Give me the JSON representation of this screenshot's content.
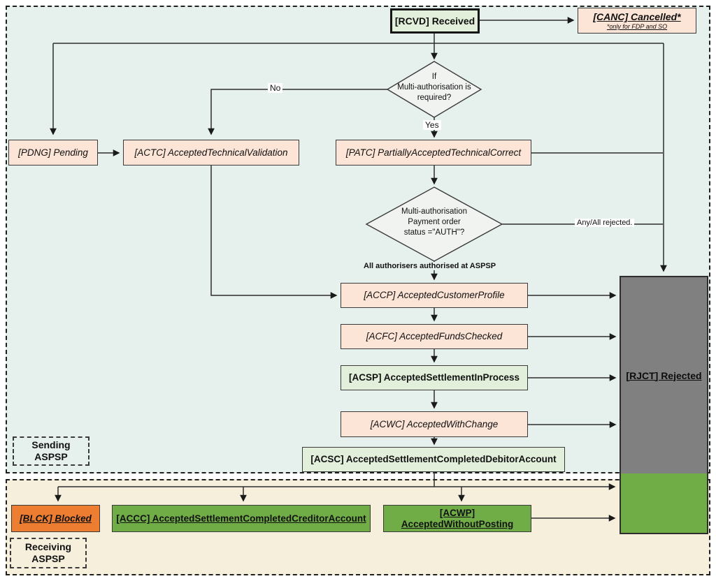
{
  "colors": {
    "region1_bg": "#e6f1ee",
    "region2_bg": "#f5efdc",
    "peach": "#fce4d6",
    "light_green": "#e2efda",
    "green": "#70ad47",
    "orange": "#ed7d31",
    "gray": "#808080",
    "diamond_fill": "#f1f3f1",
    "line": "#2e2e2e"
  },
  "regions": {
    "sending": {
      "label": "Sending ASPSP"
    },
    "receiving": {
      "label": "Receiving ASPSP"
    }
  },
  "nodes": {
    "rcvd": {
      "label": "[RCVD] Received"
    },
    "canc": {
      "label": "[CANC] Cancelled*",
      "note": "*only for FDP and SO"
    },
    "pdng": {
      "label": "[PDNG] Pending"
    },
    "actc": {
      "label": "[ACTC] AcceptedTechnicalValidation"
    },
    "patc": {
      "label": "[PATC] PartiallyAcceptedTechnicalCorrect"
    },
    "accp": {
      "label": "[ACCP] AcceptedCustomerProfile"
    },
    "acfc": {
      "label": "[ACFC] AcceptedFundsChecked"
    },
    "acsp": {
      "label": "[ACSP] AcceptedSettlementInProcess"
    },
    "acwc": {
      "label": "[ACWC] AcceptedWithChange"
    },
    "acsc": {
      "label": "[ACSC] AcceptedSettlementCompletedDebitorAccount"
    },
    "blck": {
      "label": "[BLCK] Blocked"
    },
    "accc": {
      "label": "[ACCC] AcceptedSettlementCompletedCreditorAccount"
    },
    "acwp": {
      "label": "[ACWP] AcceptedWithoutPosting"
    },
    "rjct": {
      "label": "[RJCT] Rejected"
    },
    "decision1": {
      "lines": [
        "If",
        "Multi-authorisation is",
        "required?"
      ]
    },
    "decision2": {
      "lines": [
        "Multi-authorisation",
        "Payment order",
        "status =\"AUTH\"?"
      ]
    }
  },
  "edge_labels": {
    "no": "No",
    "yes": "Yes",
    "any_all_rejected": "Any/All rejected.",
    "all_authorised": "All authorisers authorised at ASPSP"
  }
}
